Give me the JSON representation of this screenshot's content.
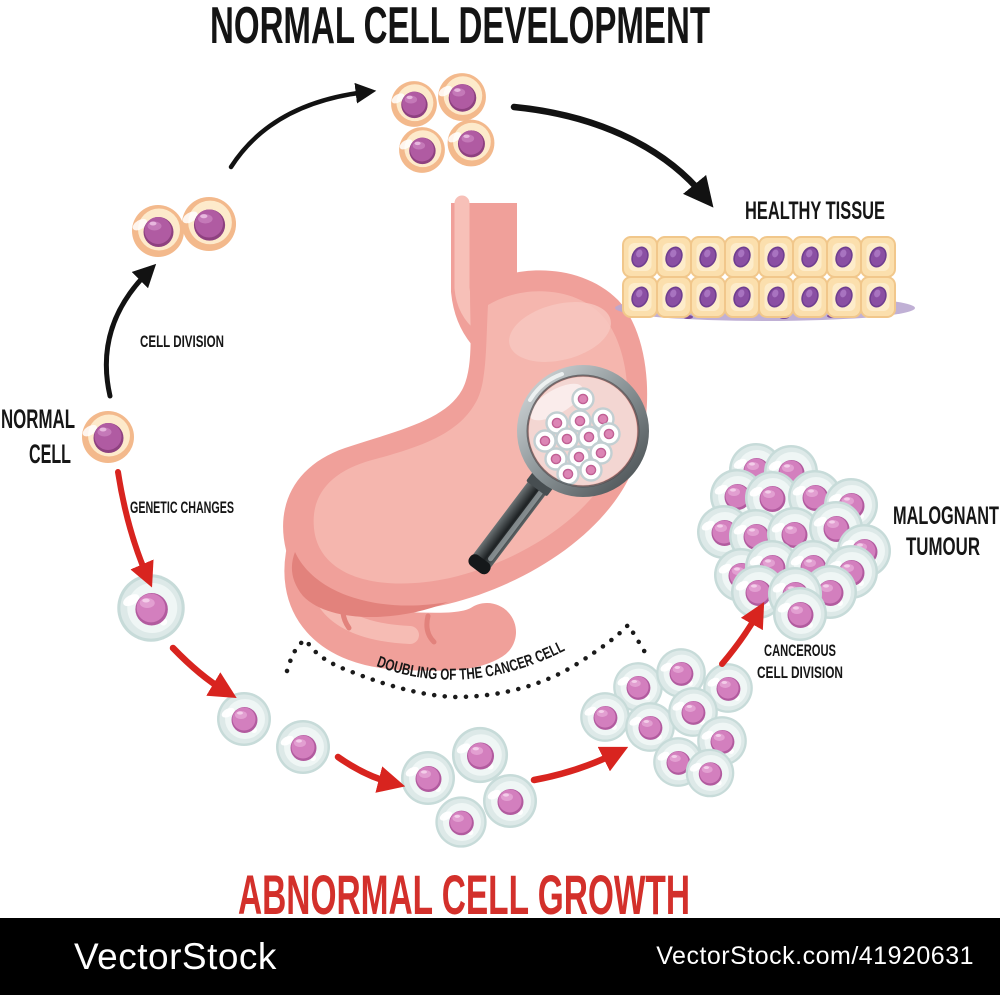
{
  "titles": {
    "top": "NORMAL CELL DEVELOPMENT",
    "bottom": "ABNORMAL CELL GROWTH"
  },
  "labels": {
    "normal_cell_line1": "NORMAL",
    "normal_cell_line2": "CELL",
    "cell_division": "CELL DIVISION",
    "genetic_changes": "GENETIC CHANGES",
    "healthy_tissue": "HEALTHY TISSUE",
    "doubling_arc": "DOUBLING OF THE CANCER CELL",
    "cancerous_line1": "CANCEROUS",
    "cancerous_line2": "CELL DIVISION",
    "malignant_line1": "MALOGNANT",
    "malignant_line2": "TUMOUR"
  },
  "watermark": {
    "brand": "VectorStock",
    "site": "VectorStock.com/41920631"
  },
  "icons": {
    "center_organ": "stomach-with-magnifier",
    "magnifier": "magnifying-glass-icon"
  },
  "scene": {
    "normal_cell_count": 1,
    "divided_pair_count": 2,
    "divided_quad_count": 4,
    "healthy_tissue_cells": 16,
    "magnified_cells": 13,
    "abnormal_single_count": 1,
    "abnormal_pair_count": 2,
    "abnormal_quad_count": 4,
    "abnormal_cluster_count": 9,
    "tumour_cells": 19
  },
  "colors": {
    "title_top": "#141414",
    "title_bottom": "#d3302b",
    "label_text": "#161616",
    "arrow_black": "#121212",
    "arrow_red": "#d8241f",
    "normal_cell_body": "#f5bd8f",
    "normal_cell_inner": "#fdeacb",
    "normal_cell_nucleus": "#b05ba2",
    "abnormal_cell_body": "#dde9e8",
    "abnormal_cell_inner": "#eff6f5",
    "abnormal_cell_nucleus": "#d37fbe",
    "tissue_cell": "#fbdfad",
    "tissue_cell_border": "#f1c78b",
    "tissue_nucleus": "#8a4fa3",
    "tissue_shadow": "#b9a7d0",
    "stomach_pink": "#f0a09a",
    "stomach_light": "#f5b6ae",
    "stomach_dark": "#e2827c",
    "glass_fill": "#f3d6d2",
    "footer_bg": "#000000",
    "footer_text": "#ffffff"
  }
}
